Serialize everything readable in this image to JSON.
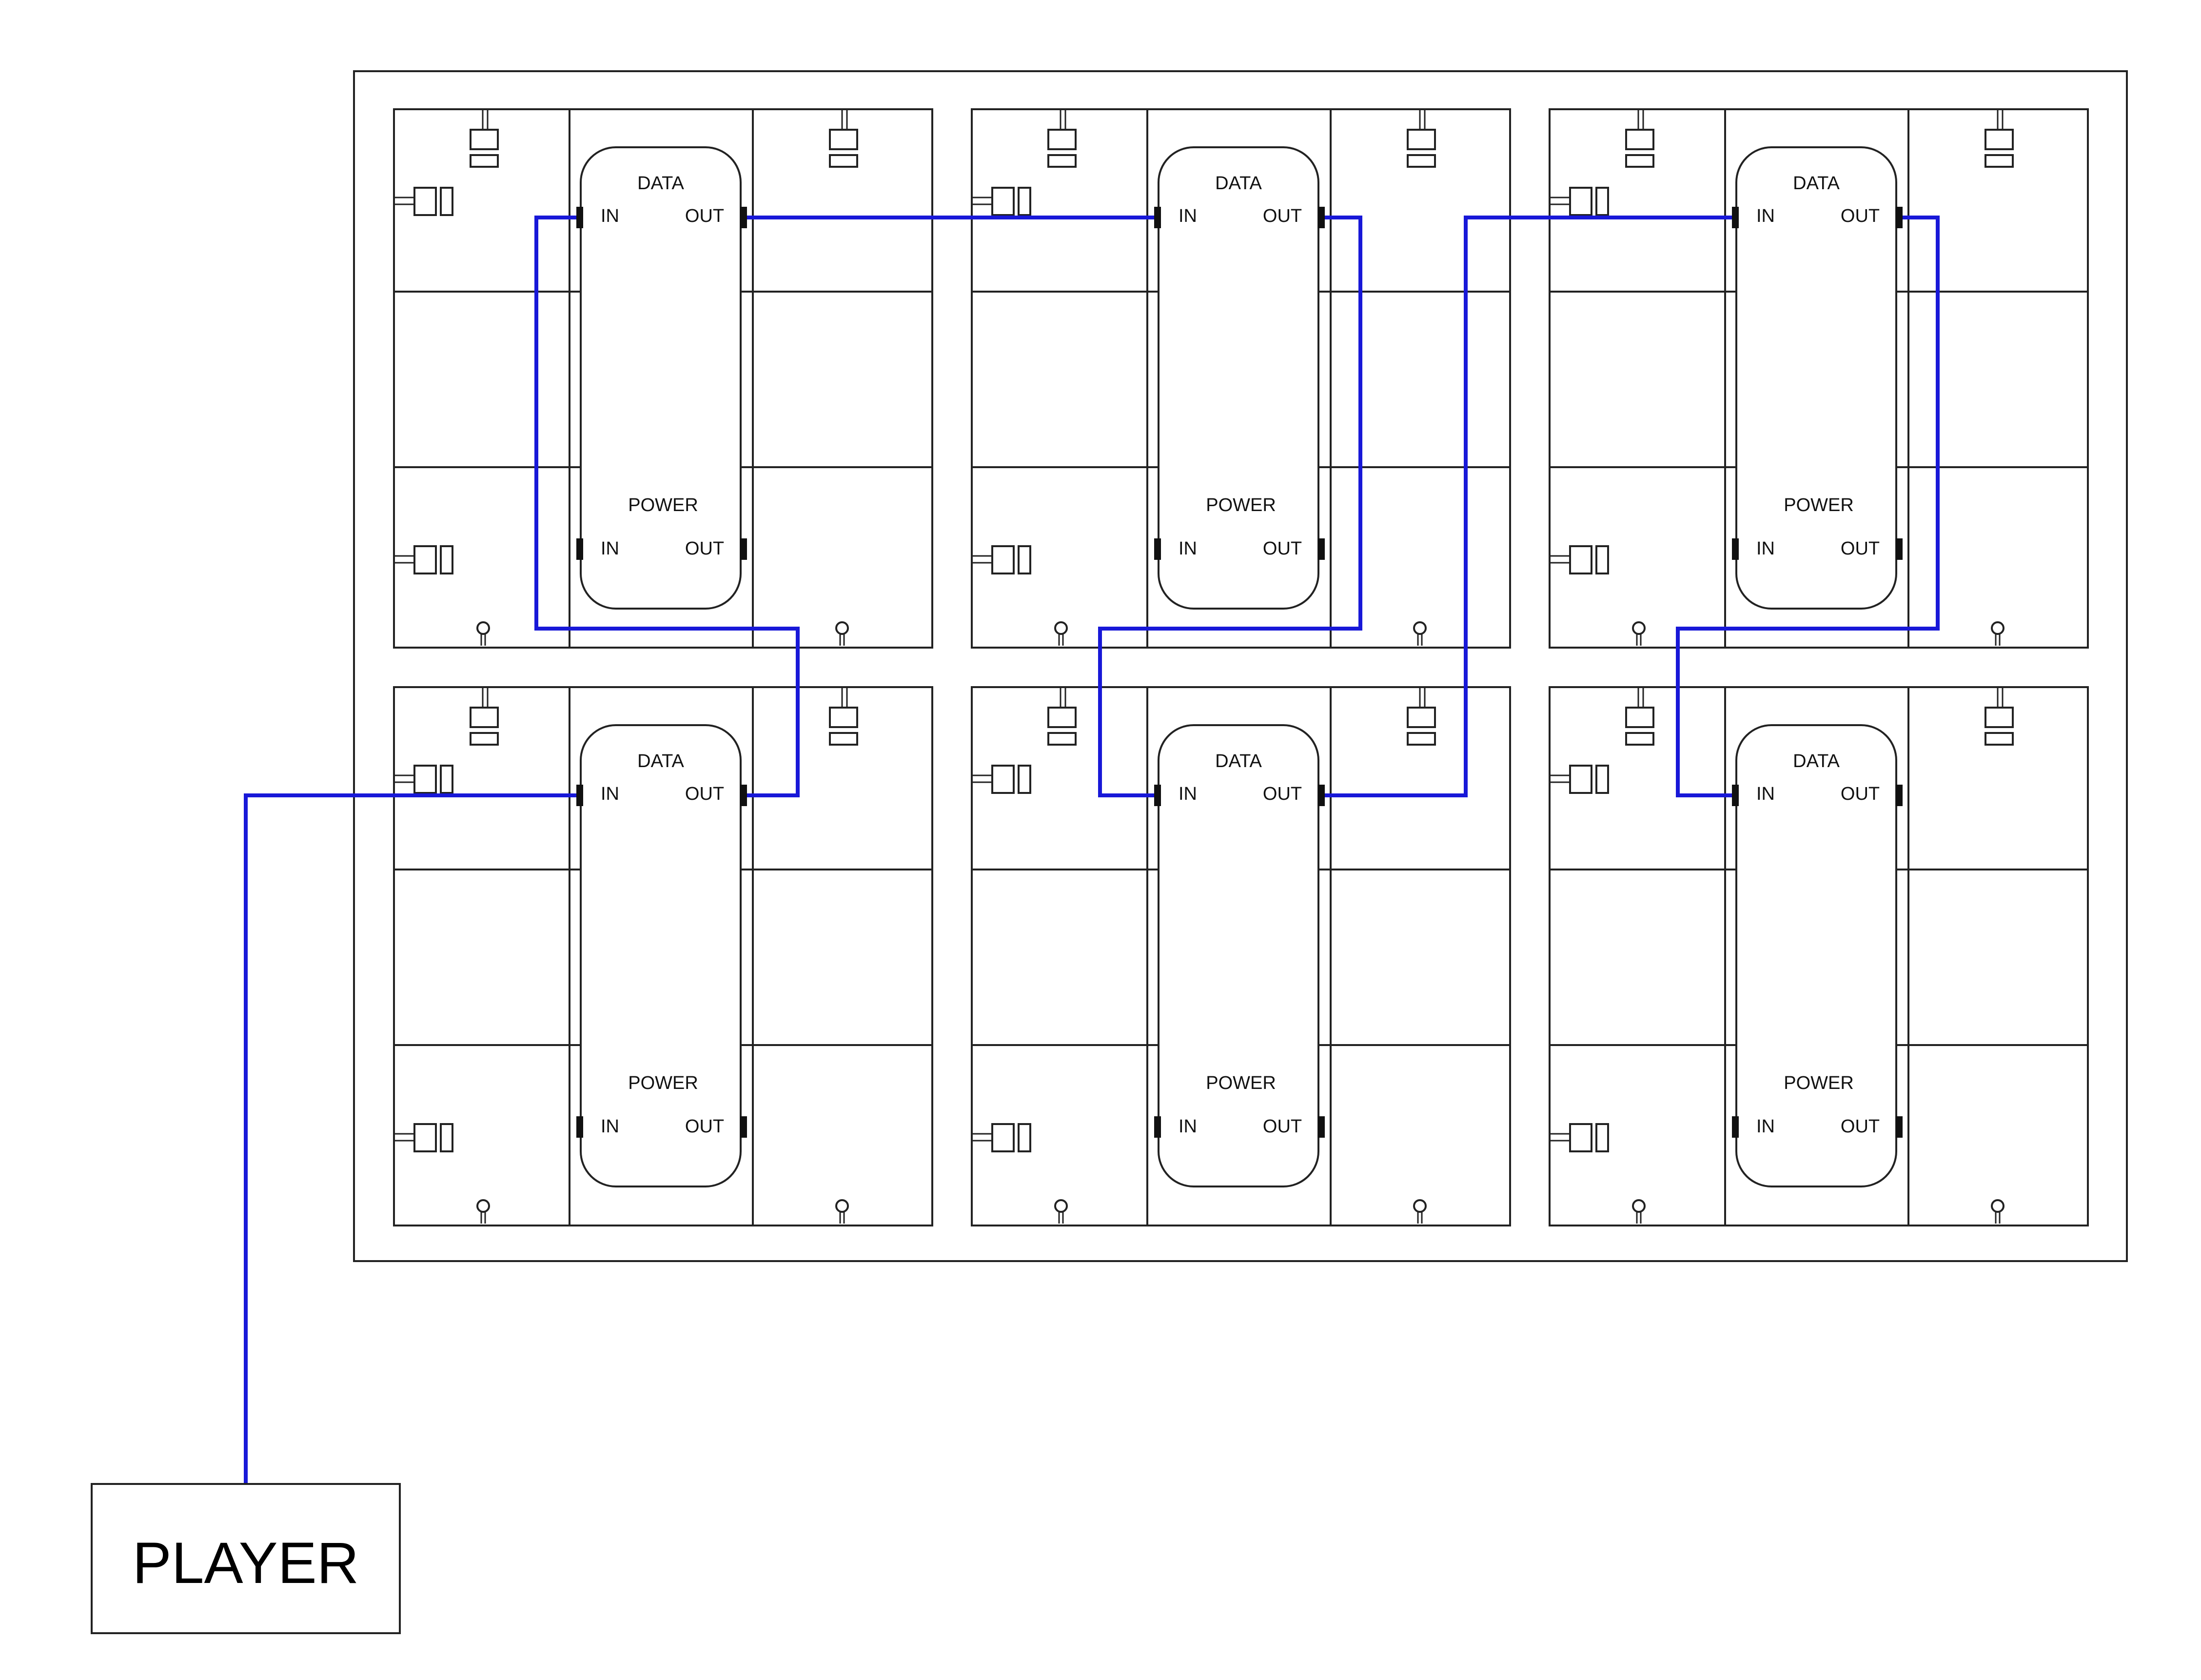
{
  "player": {
    "label": "PLAYER"
  },
  "module": {
    "data_label": "DATA",
    "power_label": "POWER",
    "in_label": "IN",
    "out_label": "OUT"
  },
  "cabinets": [
    {
      "id": "top-left"
    },
    {
      "id": "top-middle"
    },
    {
      "id": "top-right"
    },
    {
      "id": "bottom-left"
    },
    {
      "id": "bottom-middle"
    },
    {
      "id": "bottom-right"
    }
  ],
  "data_chain": [
    "player",
    "bottom-left",
    "top-left",
    "top-middle",
    "bottom-middle",
    "top-right",
    "bottom-right"
  ],
  "colors": {
    "cable": "#1818d8",
    "outline": "#222222",
    "connector": "#111111",
    "background": "#ffffff"
  }
}
